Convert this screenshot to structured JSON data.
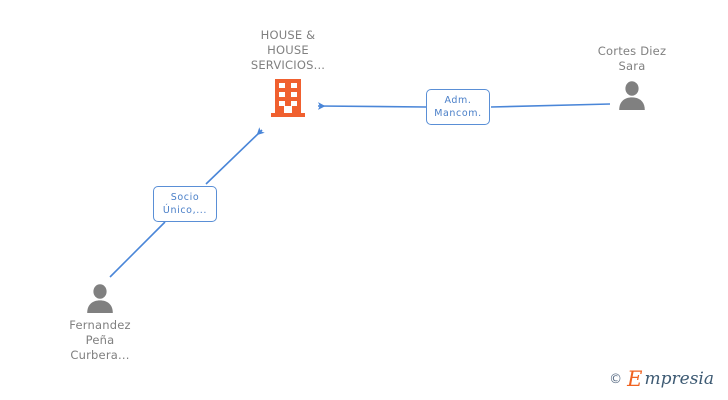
{
  "diagram": {
    "title_hidden": "Company shareholding / administration relationship graph",
    "background_color": "#ffffff",
    "node_label_color": "#808080",
    "edge_color": "#4a86d8",
    "edge_label_border_color": "#5a8fd6",
    "edge_label_text_color": "#4a7fc8",
    "company_icon_color": "#f0602f",
    "person_icon_color": "#808080"
  },
  "company": {
    "name": "HOUSE &\nHOUSE\nSERVICIOS...",
    "icon": "building-icon"
  },
  "people": [
    {
      "id": "cortes-diez-sara",
      "name": "Cortes Diez\nSara",
      "icon": "person-icon",
      "position": "right"
    },
    {
      "id": "fernandez-pena-curbera",
      "name": "Fernandez\nPeña\nCurbera...",
      "icon": "person-icon",
      "position": "bottom-left"
    }
  ],
  "edges": [
    {
      "id": "adm-mancom",
      "label": "Adm.\nMancom.",
      "from": "cortes-diez-sara",
      "to": "company",
      "direction": "to-company"
    },
    {
      "id": "socio-unico",
      "label": "Socio\nÚnico,...",
      "from": "fernandez-pena-curbera",
      "to": "company",
      "direction": "to-company"
    }
  ],
  "watermark": {
    "copyright": "©",
    "brand_initial": "E",
    "brand_rest": "mpresia"
  }
}
